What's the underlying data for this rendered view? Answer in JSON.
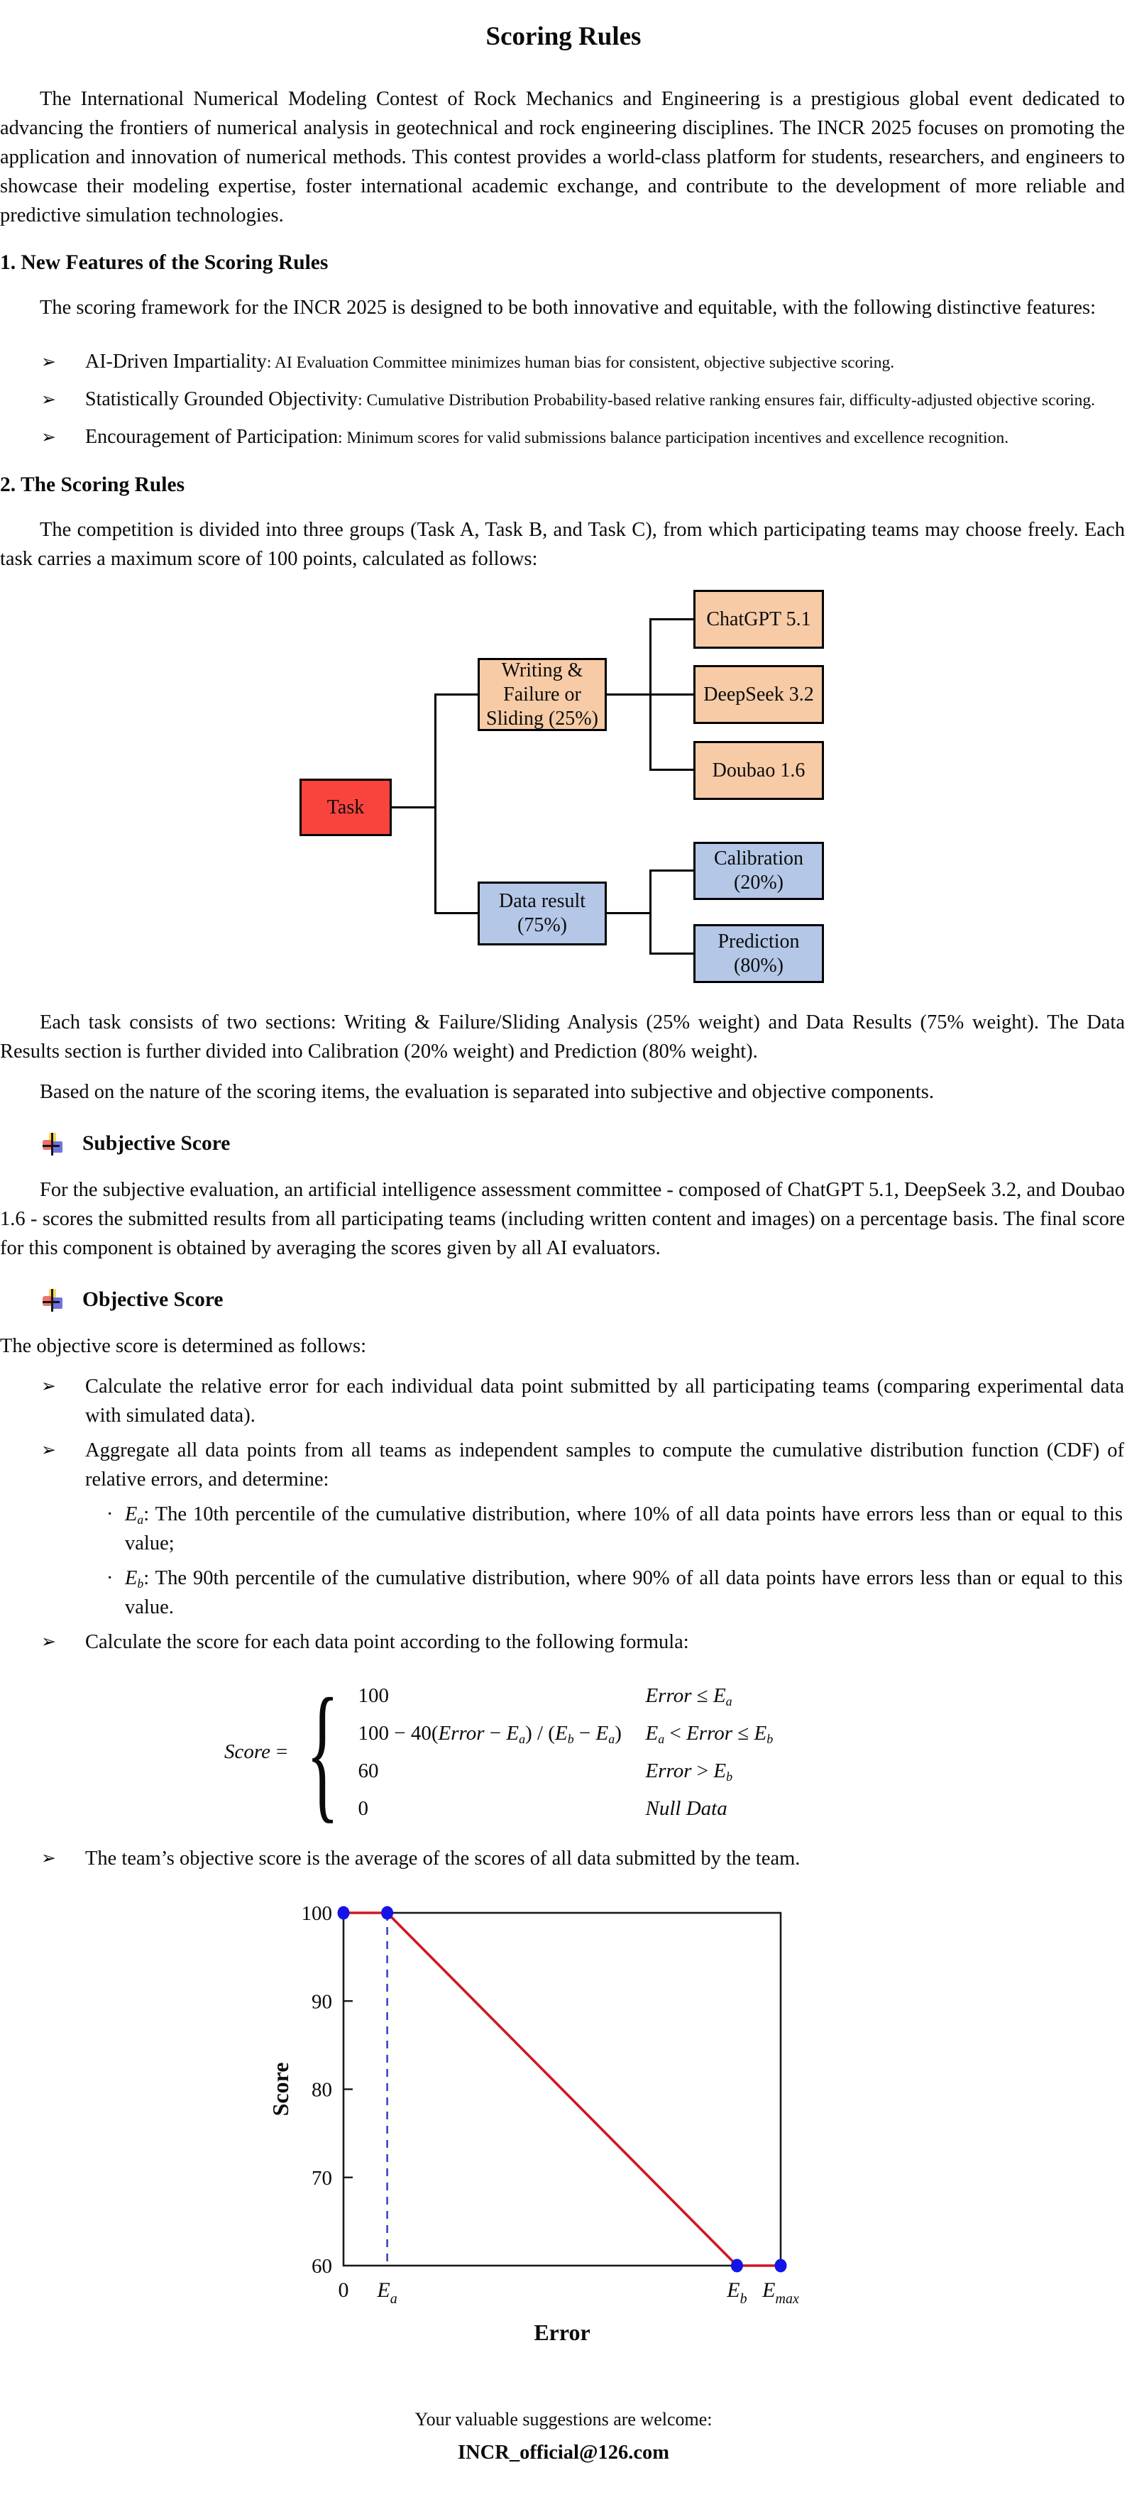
{
  "page": {
    "title": "Scoring Rules"
  },
  "intro": "The International Numerical Modeling Contest of Rock Mechanics and Engineering is a prestigious global event dedicated to advancing the frontiers of numerical analysis in geotechnical and rock engineering disciplines. The INCR 2025 focuses on promoting the application and innovation of numerical methods. This contest provides a world-class platform for students, researchers, and engineers to showcase their modeling expertise, foster international academic exchange, and contribute to the development of more reliable and predictive simulation technologies.",
  "section1": {
    "heading": "1. New Features of the Scoring Rules",
    "intro": "The scoring framework for the INCR 2025 is designed to be both innovative and equitable, with the following distinctive features:",
    "bullet_marker": "➢",
    "bullets": [
      {
        "lead": "AI-Driven Impartiality",
        "desc": ": AI Evaluation Committee minimizes human bias for consistent, objective subjective scoring."
      },
      {
        "lead": "Statistically Grounded Objectivity",
        "desc": ": Cumulative Distribution Probability-based relative ranking ensures fair, difficulty-adjusted objective scoring."
      },
      {
        "lead": "Encouragement of Participation",
        "desc": ": Minimum scores for valid submissions balance participation incentives and excellence recognition."
      }
    ]
  },
  "section2": {
    "heading": "2. The Scoring Rules",
    "intro": "The competition is divided into three groups (Task A, Task B, and Task C), from which participating teams may choose freely. Each task carries a maximum score of 100 points, calculated as follows:",
    "diagram": {
      "root": "Task",
      "writing": [
        "Writing &",
        "Failure or",
        "Sliding (25%)"
      ],
      "ai_committee": [
        "ChatGPT 5.1",
        "DeepSeek 3.2",
        "Doubao 1.6"
      ],
      "data_result": [
        "Data result",
        "(75%)"
      ],
      "calibration": [
        "Calibration",
        "(20%)"
      ],
      "prediction": [
        "Prediction",
        "(80%)"
      ],
      "colors": {
        "root": "#f8443d",
        "writing_branch": "#f6cba6",
        "data_branch": "#b4c7e7"
      }
    },
    "after_diagram_1": "Each task consists of two sections: Writing & Failure/Sliding Analysis (25% weight) and Data Results (75% weight). The Data Results section is further divided into Calibration (20% weight) and Prediction (80% weight).",
    "after_diagram_2": "Based on the nature of the scoring items, the evaluation is separated into subjective and objective components."
  },
  "subjective": {
    "heading": "Subjective Score",
    "body": "For the subjective evaluation, an artificial intelligence assessment committee - composed of ChatGPT 5.1, DeepSeek 3.2, and Doubao 1.6 - scores the submitted results from all participating teams (including written content and images) on a percentage basis. The final score for this component is obtained by averaging the scores given by all AI evaluators."
  },
  "objective": {
    "heading": "Objective Score",
    "intro": "The objective score is determined as follows:",
    "bullet_marker": "➢",
    "sub_marker": "·",
    "bullets": [
      "Calculate the relative error for each individual data point submitted by all participating teams (comparing experimental data with simulated data).",
      "Aggregate all data points from all teams as independent samples to compute the cumulative distribution function (CDF) of relative errors, and determine:"
    ],
    "sub_bullets": [
      [
        {
          "t": "i",
          "s": "E"
        },
        {
          "t": "sub",
          "s": "a"
        },
        {
          "t": "n",
          "s": ": The 10th percentile of the cumulative distribution, where 10% of all data points have errors less than or equal to this value;"
        }
      ],
      [
        {
          "t": "i",
          "s": "E"
        },
        {
          "t": "sub",
          "s": "b"
        },
        {
          "t": "n",
          "s": ": The 90th percentile of the cumulative distribution, where 90% of all data points have errors less than or equal to this value."
        }
      ]
    ],
    "formula_bullet": "Calculate the score for each data point according to the following formula:",
    "formula": {
      "lhs": "Score",
      "eq": "=",
      "brace": "{",
      "rows": [
        {
          "value": [
            {
              "t": "n",
              "s": "100"
            }
          ],
          "cond": [
            {
              "t": "i",
              "s": "Error"
            },
            {
              "t": "n",
              "s": " ≤ "
            },
            {
              "t": "i",
              "s": "E"
            },
            {
              "t": "sub",
              "s": "a"
            }
          ]
        },
        {
          "value": [
            {
              "t": "n",
              "s": "100 − 40("
            },
            {
              "t": "i",
              "s": "Error"
            },
            {
              "t": "n",
              "s": " − "
            },
            {
              "t": "i",
              "s": "E"
            },
            {
              "t": "sub",
              "s": "a"
            },
            {
              "t": "n",
              "s": ") / ("
            },
            {
              "t": "i",
              "s": "E"
            },
            {
              "t": "sub",
              "s": "b"
            },
            {
              "t": "n",
              "s": " − "
            },
            {
              "t": "i",
              "s": "E"
            },
            {
              "t": "sub",
              "s": "a"
            },
            {
              "t": "n",
              "s": ")"
            }
          ],
          "cond": [
            {
              "t": "i",
              "s": "E"
            },
            {
              "t": "sub",
              "s": "a"
            },
            {
              "t": "n",
              "s": " < "
            },
            {
              "t": "i",
              "s": "Error"
            },
            {
              "t": "n",
              "s": " ≤ "
            },
            {
              "t": "i",
              "s": "E"
            },
            {
              "t": "sub",
              "s": "b"
            }
          ]
        },
        {
          "value": [
            {
              "t": "n",
              "s": "60"
            }
          ],
          "cond": [
            {
              "t": "i",
              "s": "Error"
            },
            {
              "t": "n",
              "s": " > "
            },
            {
              "t": "i",
              "s": "E"
            },
            {
              "t": "sub",
              "s": "b"
            }
          ]
        },
        {
          "value": [
            {
              "t": "n",
              "s": "0"
            }
          ],
          "cond": [
            {
              "t": "i",
              "s": "Null Data"
            }
          ]
        }
      ]
    },
    "avg_bullet": "The team’s objective score is the average of the scores of all data submitted by the team."
  },
  "chart_data": {
    "type": "line",
    "title": "",
    "xlabel": "Error",
    "ylabel": "Score",
    "ylim": [
      60,
      100
    ],
    "yticks": [
      60,
      70,
      80,
      90,
      100
    ],
    "xticks": [
      {
        "main": "0",
        "sub": "",
        "frac": 0,
        "italic": false
      },
      {
        "main": "E",
        "sub": "a",
        "frac": 0.1,
        "italic": true
      },
      {
        "main": "E",
        "sub": "b",
        "frac": 0.9,
        "italic": true
      },
      {
        "main": "E",
        "sub": "max",
        "frac": 1.0,
        "italic": true
      }
    ],
    "series": [
      {
        "name": "score-vs-error",
        "color": "#d01622",
        "points": [
          [
            0,
            100
          ],
          [
            0.1,
            100
          ],
          [
            0.9,
            60
          ],
          [
            1.0,
            60
          ]
        ]
      }
    ],
    "marker_color": "#1414e6",
    "dashed_guide_x": 0.1,
    "dashed_guide_color": "#3a44c4",
    "grid": false,
    "legend": "none"
  },
  "footer": {
    "note": "Your valuable suggestions are welcome:",
    "email": "INCR_official@126.com"
  }
}
